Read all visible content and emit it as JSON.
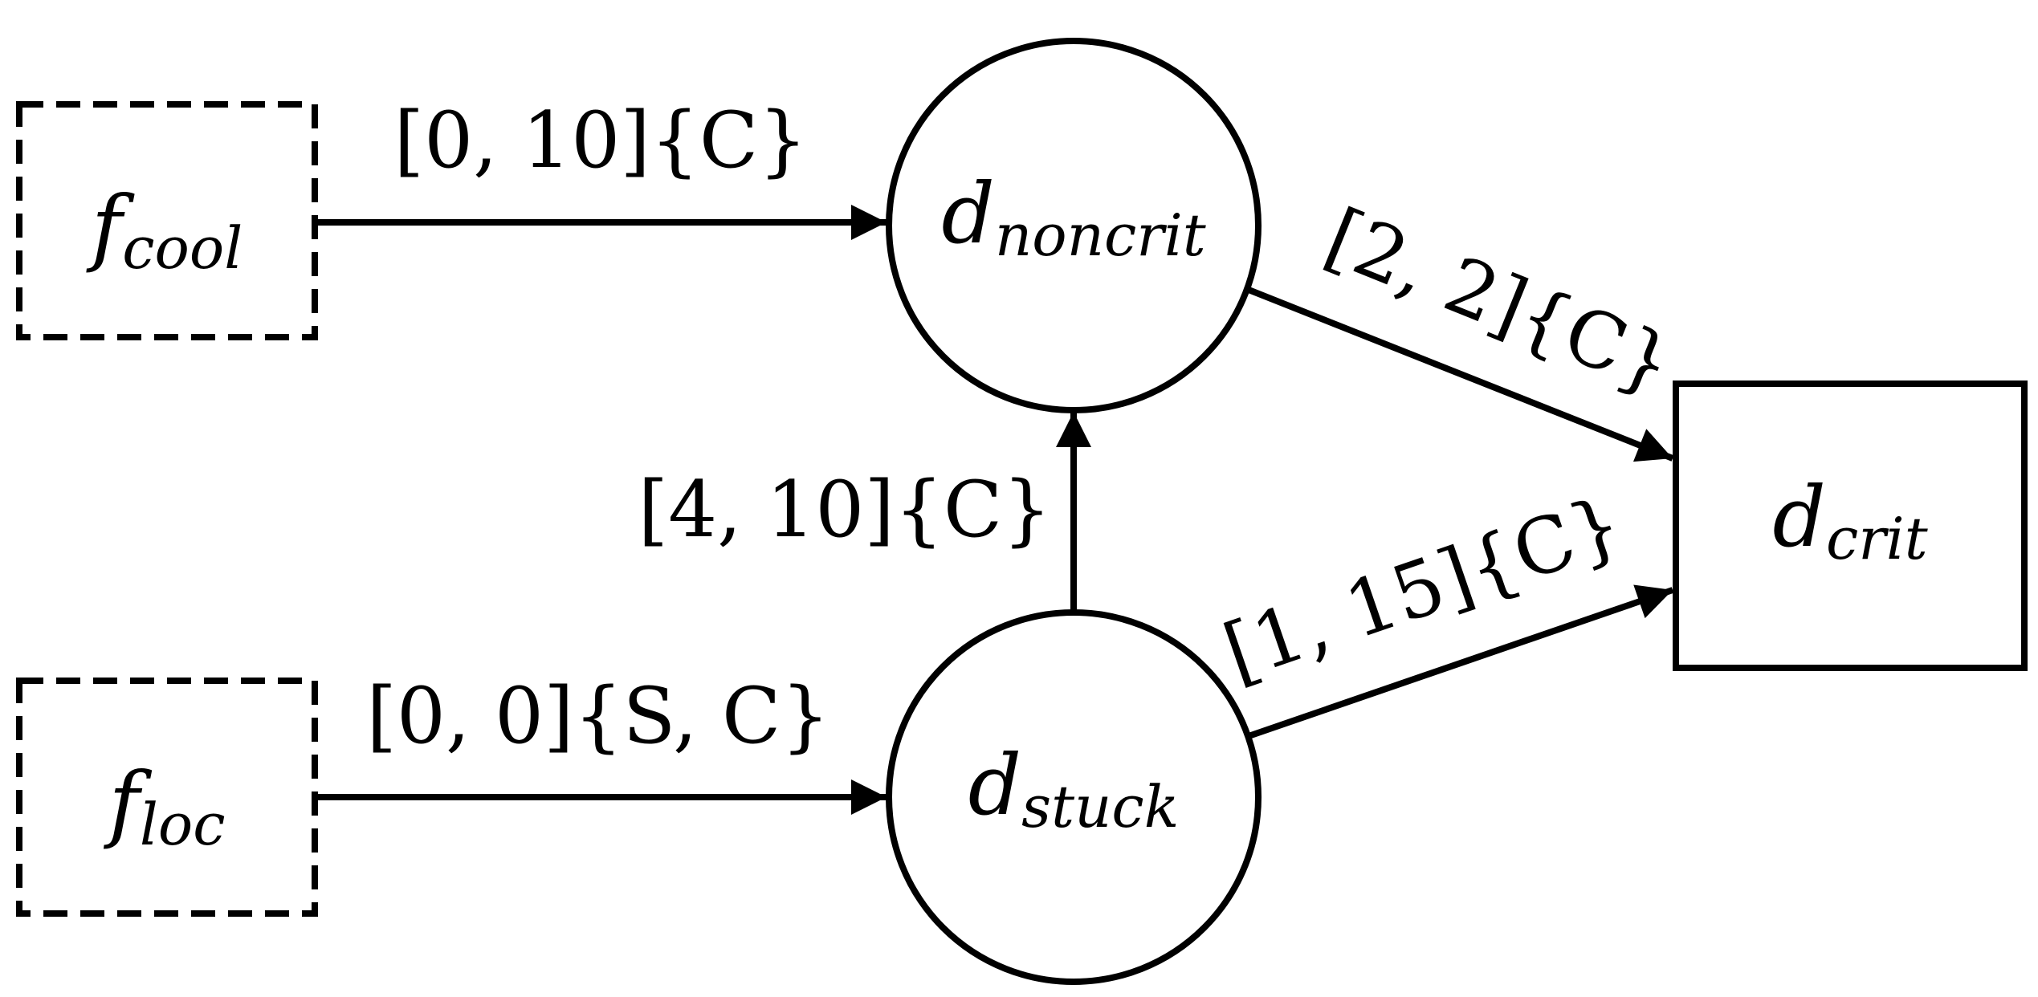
{
  "diagram": {
    "nodes": {
      "f_cool": {
        "base": "f",
        "sub": "cool",
        "shape": "dashed-rectangle"
      },
      "f_loc": {
        "base": "f",
        "sub": "loc",
        "shape": "dashed-rectangle"
      },
      "d_noncrit": {
        "base": "d",
        "sub": "noncrit",
        "shape": "circle"
      },
      "d_stuck": {
        "base": "d",
        "sub": "stuck",
        "shape": "circle"
      },
      "d_crit": {
        "base": "d",
        "sub": "crit",
        "shape": "rectangle"
      }
    },
    "edges": {
      "f_cool_to_d_noncrit": {
        "from": "f_cool",
        "to": "d_noncrit",
        "label": "[0, 10]{C}"
      },
      "f_loc_to_d_stuck": {
        "from": "f_loc",
        "to": "d_stuck",
        "label": "[0, 0]{S, C}"
      },
      "d_stuck_to_d_noncrit": {
        "from": "d_stuck",
        "to": "d_noncrit",
        "label": "[4, 10]{C}"
      },
      "d_noncrit_to_d_crit": {
        "from": "d_noncrit",
        "to": "d_crit",
        "label": "[2, 2]{C}"
      },
      "d_stuck_to_d_crit": {
        "from": "d_stuck",
        "to": "d_crit",
        "label": "[1, 15]{C}"
      }
    }
  },
  "colors": {
    "stroke": "#000000",
    "background": "#ffffff"
  }
}
